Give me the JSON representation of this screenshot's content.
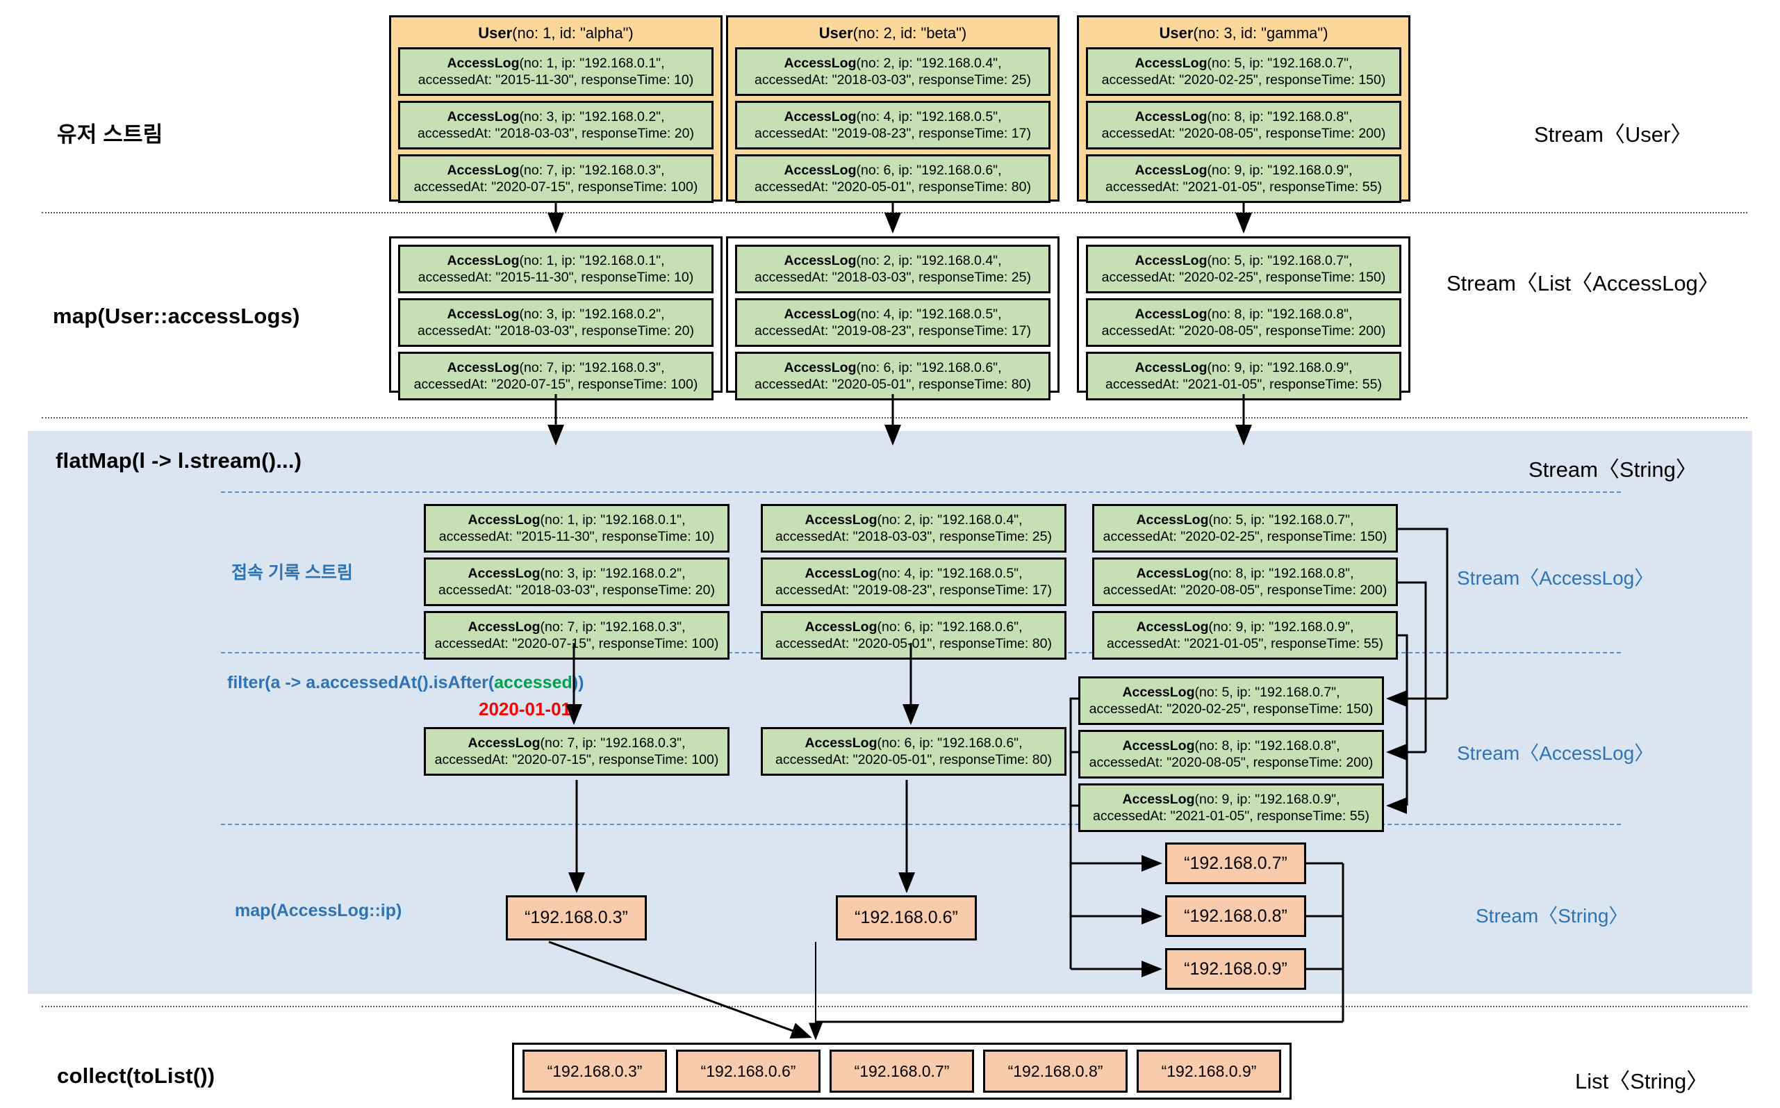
{
  "diagram": {
    "title": "Java Stream flatMap pipeline",
    "colors": {
      "user_card": "#fbd89a",
      "log_box": "#c6dfb4",
      "ip_chip": "#f7cbab",
      "band": "#dbe5f1",
      "blue_text": "#2e74b5",
      "green_text": "#00a14b",
      "red_text": "#ff0000"
    }
  },
  "stages": {
    "user_stream_label": "유저 스트림",
    "map_access_logs_label": "map(User::accessLogs)",
    "flatmap_label": "flatMap(l -> l.stream()...)",
    "access_log_stream_label": "접속 기록 스트림",
    "filter_label_pre": "filter(a -> a.accessedAt().isAfter(",
    "filter_label_accent": "accessed",
    "filter_label_post": "))",
    "filter_date": "2020-01-01",
    "map_ip_label": "map(AccessLog::ip)",
    "collect_label": "collect(toList())"
  },
  "types": {
    "stream_user": "Stream〈User〉",
    "stream_list_accesslog": "Stream〈List〈AccessLog〉",
    "stream_string_top": "Stream〈String〉",
    "stream_accesslog_1": "Stream〈AccessLog〉",
    "stream_accesslog_2": "Stream〈AccessLog〉",
    "stream_string_mid": "Stream〈String〉",
    "list_string": "List〈String〉"
  },
  "users": [
    {
      "title_bold": "User",
      "title_rest": "(no: 1, id: \"alpha\")",
      "logs": [
        {
          "bold": "AccessLog",
          "line1": "(no: 1, ip: \"192.168.0.1\",",
          "line2": "accessedAt: \"2015-11-30\", responseTime: 10)",
          "no": 1,
          "ip": "192.168.0.1",
          "accessedAt": "2015-11-30",
          "responseTime": 10
        },
        {
          "bold": "AccessLog",
          "line1": "(no: 3, ip: \"192.168.0.2\",",
          "line2": "accessedAt: \"2018-03-03\", responseTime: 20)",
          "no": 3,
          "ip": "192.168.0.2",
          "accessedAt": "2018-03-03",
          "responseTime": 20
        },
        {
          "bold": "AccessLog",
          "line1": "(no: 7, ip: \"192.168.0.3\",",
          "line2": "accessedAt: \"2020-07-15\", responseTime: 100)",
          "no": 7,
          "ip": "192.168.0.3",
          "accessedAt": "2020-07-15",
          "responseTime": 100
        }
      ]
    },
    {
      "title_bold": "User",
      "title_rest": "(no: 2, id: \"beta\")",
      "logs": [
        {
          "bold": "AccessLog",
          "line1": "(no: 2, ip: \"192.168.0.4\",",
          "line2": "accessedAt: \"2018-03-03\", responseTime: 25)",
          "no": 2,
          "ip": "192.168.0.4",
          "accessedAt": "2018-03-03",
          "responseTime": 25
        },
        {
          "bold": "AccessLog",
          "line1": "(no: 4, ip: \"192.168.0.5\",",
          "line2": "accessedAt: \"2019-08-23\", responseTime: 17)",
          "no": 4,
          "ip": "192.168.0.5",
          "accessedAt": "2019-08-23",
          "responseTime": 17
        },
        {
          "bold": "AccessLog",
          "line1": "(no: 6, ip: \"192.168.0.6\",",
          "line2": "accessedAt: \"2020-05-01\", responseTime: 80)",
          "no": 6,
          "ip": "192.168.0.6",
          "accessedAt": "2020-05-01",
          "responseTime": 80
        }
      ]
    },
    {
      "title_bold": "User",
      "title_rest": "(no: 3, id: \"gamma\")",
      "logs": [
        {
          "bold": "AccessLog",
          "line1": "(no: 5, ip: \"192.168.0.7\",",
          "line2": "accessedAt: \"2020-02-25\", responseTime: 150)",
          "no": 5,
          "ip": "192.168.0.7",
          "accessedAt": "2020-02-25",
          "responseTime": 150
        },
        {
          "bold": "AccessLog",
          "line1": "(no: 8, ip: \"192.168.0.8\",",
          "line2": "accessedAt: \"2020-08-05\", responseTime: 200)",
          "no": 8,
          "ip": "192.168.0.8",
          "accessedAt": "2020-08-05",
          "responseTime": 200
        },
        {
          "bold": "AccessLog",
          "line1": "(no: 9, ip: \"192.168.0.9\",",
          "line2": "accessedAt: \"2021-01-05\", responseTime: 55)",
          "no": 9,
          "ip": "192.168.0.9",
          "accessedAt": "2021-01-05",
          "responseTime": 55
        }
      ]
    }
  ],
  "filtered": {
    "col1": [
      {
        "bold": "AccessLog",
        "line1": "(no: 7, ip: \"192.168.0.3\",",
        "line2": "accessedAt: \"2020-07-15\", responseTime: 100)"
      }
    ],
    "col2": [
      {
        "bold": "AccessLog",
        "line1": "(no: 6, ip: \"192.168.0.6\",",
        "line2": "accessedAt: \"2020-05-01\", responseTime: 80)"
      }
    ],
    "col3": [
      {
        "bold": "AccessLog",
        "line1": "(no: 5, ip: \"192.168.0.7\",",
        "line2": "accessedAt: \"2020-02-25\", responseTime: 150)"
      },
      {
        "bold": "AccessLog",
        "line1": "(no: 8, ip: \"192.168.0.8\",",
        "line2": "accessedAt: \"2020-08-05\", responseTime: 200)"
      },
      {
        "bold": "AccessLog",
        "line1": "(no: 9, ip: \"192.168.0.9\",",
        "line2": "accessedAt: \"2021-01-05\", responseTime: 55)"
      }
    ]
  },
  "mapped_ips": {
    "col1": "“192.168.0.3”",
    "col2": "“192.168.0.6”",
    "col3": [
      "“192.168.0.7”",
      "“192.168.0.8”",
      "“192.168.0.9”"
    ]
  },
  "collected": [
    "“192.168.0.3”",
    "“192.168.0.6”",
    "“192.168.0.7”",
    "“192.168.0.8”",
    "“192.168.0.9”"
  ]
}
